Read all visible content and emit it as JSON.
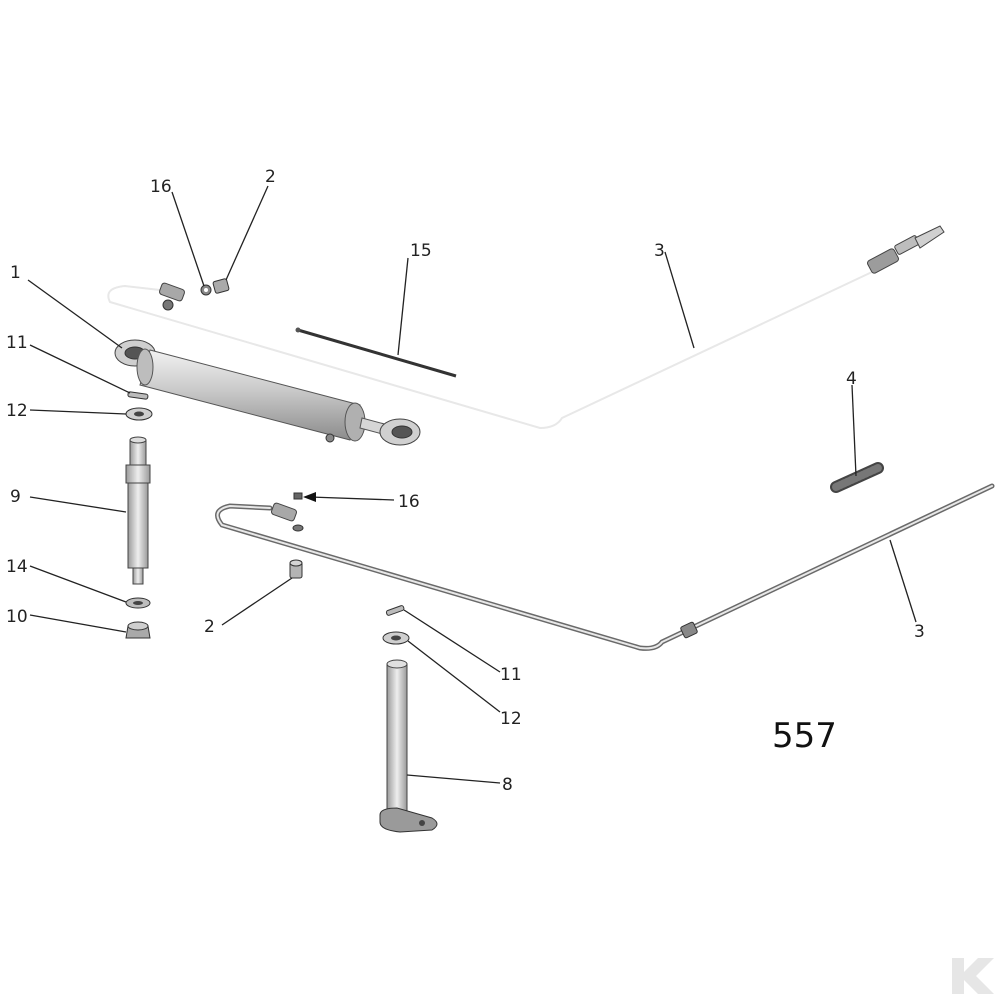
{
  "diagram": {
    "page_number": "557",
    "callouts": {
      "p1": "1",
      "p2_top": "2",
      "p2_bottom": "2",
      "p3_top": "3",
      "p3_bottom": "3",
      "p4": "4",
      "p8": "8",
      "p9": "9",
      "p10": "10",
      "p11_top": "11",
      "p11_bottom": "11",
      "p12_top": "12",
      "p12_bottom": "12",
      "p14": "14",
      "p15": "15",
      "p16_top": "16",
      "p16_mid": "16"
    },
    "colors": {
      "part_fill": "#d8d8d8",
      "part_dark": "#8a8a8a",
      "line": "#222222"
    },
    "logo": "K"
  }
}
